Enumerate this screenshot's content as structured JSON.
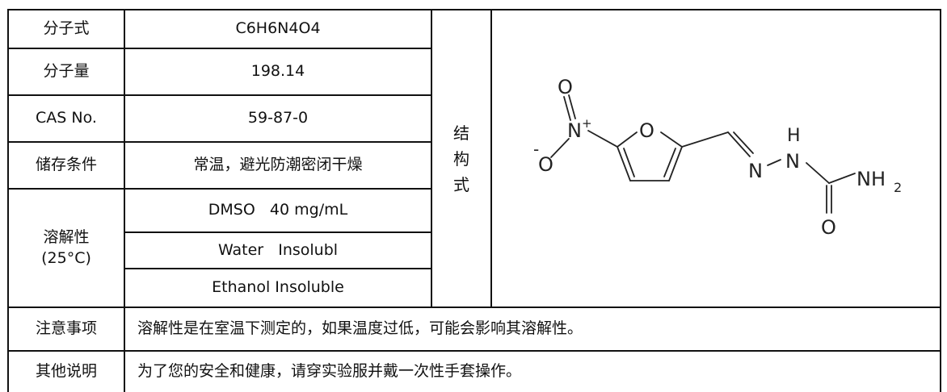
{
  "rows": {
    "formula": {
      "label": "分子式",
      "value": "C6H6N4O4"
    },
    "weight": {
      "label": "分子量",
      "value": "198.14"
    },
    "cas": {
      "label": "CAS No.",
      "value": "59-87-0"
    },
    "storage": {
      "label": "储存条件",
      "value": "常温，避光防潮密闭干燥"
    },
    "solubility": {
      "label_line1": "溶解性",
      "label_line2": "(25°C)",
      "dmso": "DMSO   40 mg/mL",
      "water": "Water   Insolubl",
      "ethanol": "Ethanol Insoluble"
    },
    "notes": {
      "label": "注意事项",
      "value": "溶解性是在室温下测定的，如果温度过低，可能会影响其溶解性。"
    },
    "other": {
      "label": "其他说明",
      "value": "为了您的安全和健康，请穿实验服并戴一次性手套操作。"
    }
  },
  "structure_label": [
    "结",
    "构",
    "式"
  ],
  "structure_atoms": {
    "o_top": "O",
    "n_plus": "N",
    "plus": "+",
    "o_minus_sign": "-",
    "o_minus": "O",
    "o_ring": "O",
    "n1": "N",
    "n2": "N",
    "h": "H",
    "nh": "NH",
    "nh_sub": "2",
    "o_carbonyl": "O"
  }
}
